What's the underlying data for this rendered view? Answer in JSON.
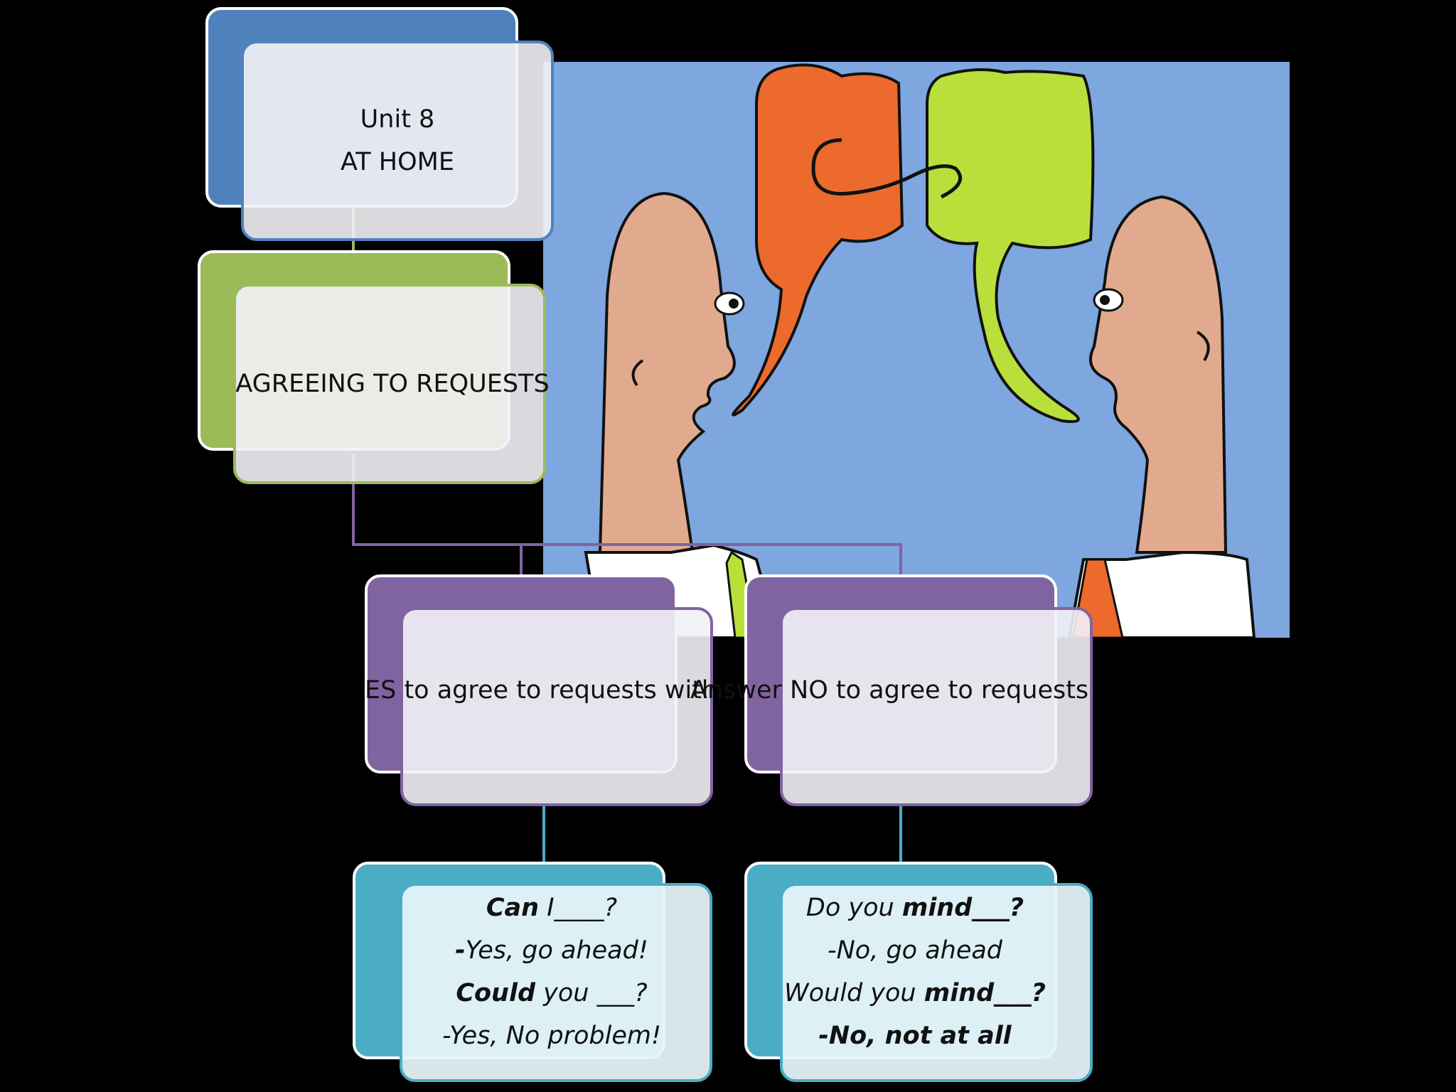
{
  "title_node": {
    "line1": "Unit 8",
    "line2": "AT HOME"
  },
  "topic_node": {
    "label": "AGREEING TO REQUESTS"
  },
  "branch_left": {
    "label": "ES to agree to requests with Ca"
  },
  "branch_right": {
    "label": "Answer NO to agree to requests wi"
  },
  "example_left": {
    "q1_bold": "Can",
    "q1_rest": " I____?",
    "a1_dash": "-",
    "a1_rest": "Yes, go ahead!",
    "q2_bold": "Could",
    "q2_rest": " you ___?",
    "a2": "-Yes, No problem!"
  },
  "example_right": {
    "q1_pre": "Do you ",
    "q1_bold": "mind___?",
    "a1": "-No, go ahead",
    "q2_pre": "Would you ",
    "q2_bold": "mind___?",
    "a2": "-No, not at all"
  },
  "colors": {
    "blue": "#4f81bd",
    "green": "#9bbb59",
    "purple": "#8064a2",
    "teal": "#4bacc6",
    "illustration_bg": "#7ea6df",
    "orange_bubble": "#ec6a2c",
    "lime_bubble": "#b9e03a"
  }
}
